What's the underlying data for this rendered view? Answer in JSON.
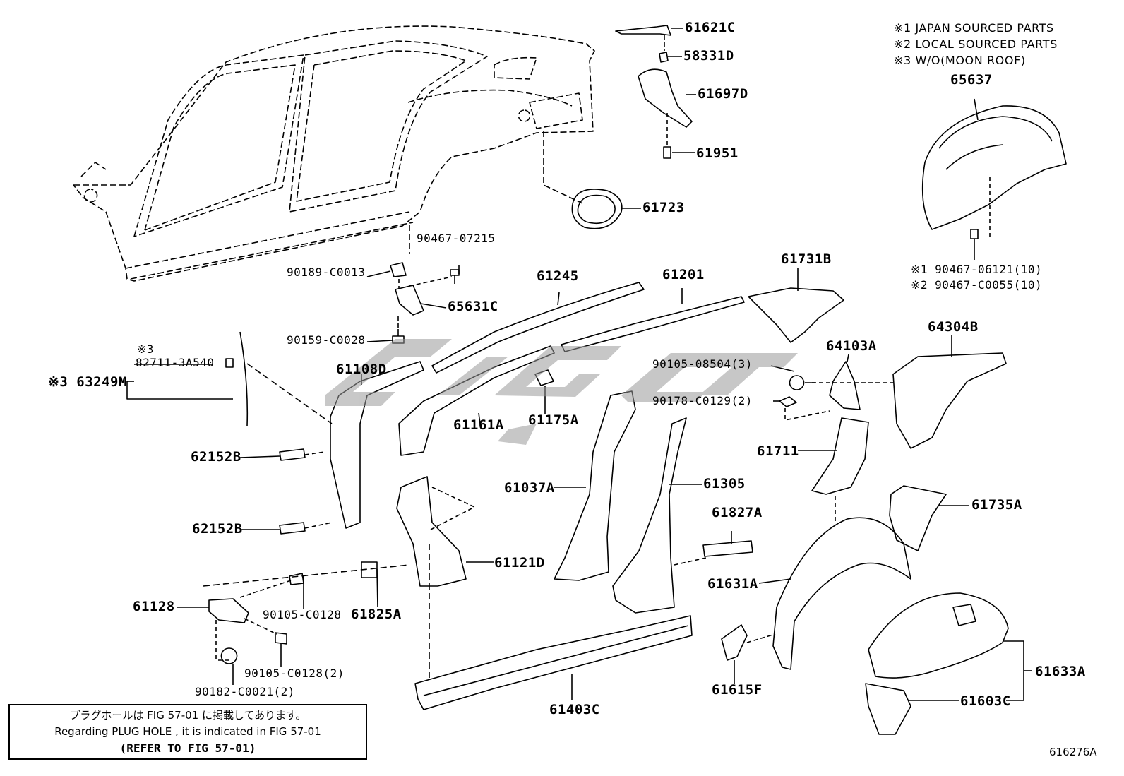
{
  "legend": [
    "※1 JAPAN SOURCED PARTS",
    "※2 LOCAL SOURCED PARTS",
    "※3 W/O(MOON ROOF)"
  ],
  "parts": {
    "p61621C": "61621C",
    "p58331D": "58331D",
    "p61697D": "61697D",
    "p61951": "61951",
    "p61723": "61723",
    "p65637": "65637",
    "p90467_06121": "※1 90467-06121(10)",
    "p90467_C0055": "※2 90467-C0055(10)",
    "p90467_07215": "90467-07215",
    "p90189_C0013": "90189-C0013",
    "p65631C": "65631C",
    "p90159_C0028": "90159-C0028",
    "p61245": "61245",
    "p61201": "61201",
    "p61731B": "61731B",
    "p64304B": "64304B",
    "p64103A": "64103A",
    "p90105_08504": "90105-08504(3)",
    "p90178_C0129": "90178-C0129(2)",
    "p82711_note": "※3",
    "p82711": "82711-3A540",
    "p63249M": "※3 63249M",
    "p61108D": "61108D",
    "p61161A": "61161A",
    "p61175A": "61175A",
    "p62152B_a": "62152B",
    "p62152B_b": "62152B",
    "p61037A": "61037A",
    "p61305": "61305",
    "p61711": "61711",
    "p61735A": "61735A",
    "p61827A": "61827A",
    "p61121D": "61121D",
    "p61631A": "61631A",
    "p61128": "61128",
    "p90105_C0128": "90105-C0128",
    "p61825A": "61825A",
    "p90105_C0128_2": "90105-C0128(2)",
    "p90182_C0021": "90182-C0021(2)",
    "p61615F": "61615F",
    "p61403C": "61403C",
    "p61633A": "61633A",
    "p61603C": "61603C"
  },
  "note": {
    "line1": "プラグホールは FIG 57-01 に掲載してあります。",
    "line2": "Regarding  PLUG  HOLE , it is indicated in  FIG  57-01",
    "line3": "(REFER TO FIG 57-01)"
  },
  "figure_number": "616276A"
}
